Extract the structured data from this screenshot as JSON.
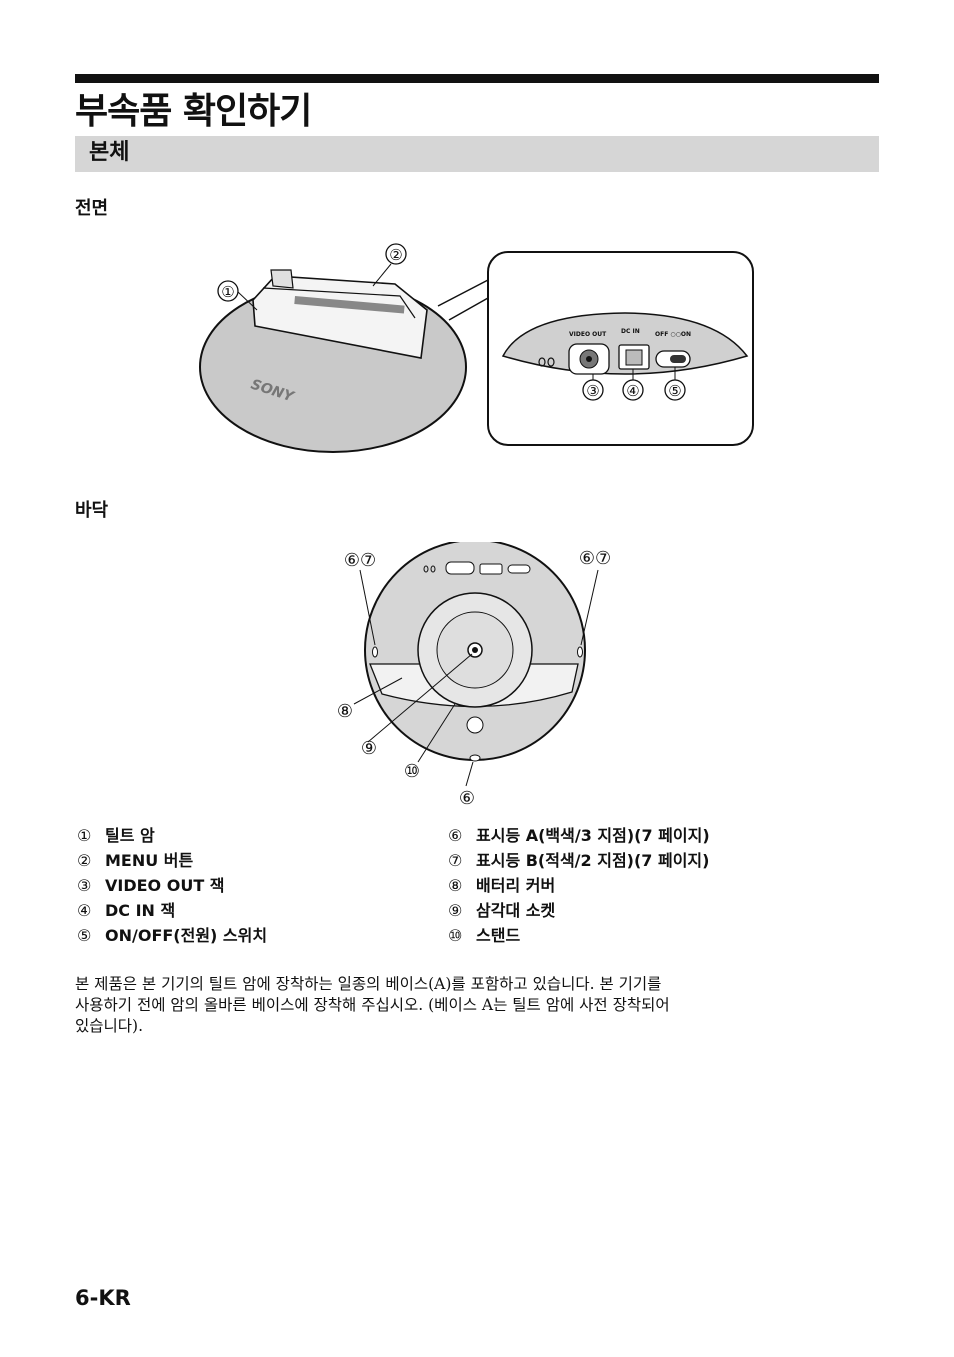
{
  "page": {
    "title": "부속품 확인하기",
    "section": "본체",
    "front_heading": "전면",
    "bottom_heading": "바닥",
    "number": "6-KR"
  },
  "front_figure": {
    "brand_text": "SONY",
    "panel_labels": {
      "video_out": "VIDEO OUT",
      "dc_in": "DC IN",
      "off_on": "OFF ○○ON"
    },
    "callouts": [
      "①",
      "②",
      "③",
      "④",
      "⑤"
    ]
  },
  "bottom_figure": {
    "callouts": [
      "⑥⑦",
      "⑥⑦",
      "⑧",
      "⑨",
      "⑩",
      "⑥"
    ]
  },
  "parts_left": [
    {
      "num": "①",
      "label": "틸트 암"
    },
    {
      "num": "②",
      "label": "MENU 버튼"
    },
    {
      "num": "③",
      "label": "VIDEO OUT 잭"
    },
    {
      "num": "④",
      "label": "DC IN 잭"
    },
    {
      "num": "⑤",
      "label": "ON/OFF(전원) 스위치"
    }
  ],
  "parts_right": [
    {
      "num": "⑥",
      "label": "표시등 A(백색/3 지점)(7 페이지)"
    },
    {
      "num": "⑦",
      "label": "표시등 B(적색/2 지점)(7 페이지)"
    },
    {
      "num": "⑧",
      "label": "배터리 커버"
    },
    {
      "num": "⑨",
      "label": "삼각대 소켓"
    },
    {
      "num": "⑩",
      "label": "스탠드"
    }
  ],
  "note_lines": [
    "본 제품은 본 기기의 틸트 암에 장착하는 일종의 베이스(A)를 포함하고 있습니다. 본 기기를",
    "사용하기 전에 암의 올바른 베이스에 장착해 주십시오. (베이스 A는 틸트 암에 사전 장착되어",
    "있습니다)."
  ]
}
